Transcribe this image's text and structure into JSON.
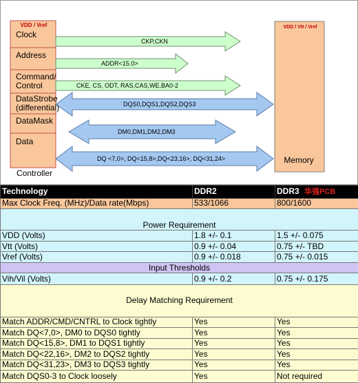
{
  "diagram": {
    "controller_vref": "VDD  /  Vref",
    "controller_title": "Controller",
    "memory_vref": "VDD / Vtt / Vref",
    "memory_title": "Memory",
    "controller_rows": [
      {
        "label": "Clock"
      },
      {
        "label": "Address"
      },
      {
        "label": "Command/\nControl"
      },
      {
        "label": "DataStrobe\n(differential)"
      },
      {
        "label": "DataMask"
      },
      {
        "label": "Data"
      }
    ],
    "signals": [
      {
        "label": "CKP,CKN",
        "direction": "right",
        "color": "#ccffcc"
      },
      {
        "label": "ADDR<15.0>",
        "direction": "right",
        "color": "#ccffcc"
      },
      {
        "label": "CKE, CS, ODT, RAS,CAS,WE,BA0-2",
        "direction": "right",
        "color": "#ccffcc"
      },
      {
        "label": "DQS0,DQS1,DQS2,DQS3",
        "direction": "both",
        "color": "#a4c8f0"
      },
      {
        "label": "DM0,DM1,DM2,DM3",
        "direction": "both",
        "color": "#a4c8f0"
      },
      {
        "label": "DQ <7,0>, DQ<15,8>,DQ<23,16>, DQ<31,24>",
        "direction": "both",
        "color": "#a4c8f0"
      }
    ],
    "colors": {
      "controller_fill": "#f9c79b",
      "controller_border": "#c0504d",
      "memory_fill": "#f9c79b"
    }
  },
  "table": {
    "header": [
      "Technology",
      "DDR2",
      "DDR3"
    ],
    "watermark": "华强PCB",
    "first_row": [
      "Max Clock Freq. (MHz)/Data rate(Mbps)",
      "533/1066",
      "800/1600"
    ],
    "power_title": "Power Requirement",
    "power_rows": [
      [
        "VDD (Volts)",
        "1.8 +/- 0.1",
        "1.5  +/- 0.075"
      ],
      [
        "Vtt (Volts)",
        "0.9 +/- 0.04",
        "0.75 +/- TBD"
      ],
      [
        "Vref (Volts)",
        "0.9  +/-  0.018",
        "0.75 +/- 0.015"
      ]
    ],
    "thresh_title": "Input Thresholds",
    "thresh_rows": [
      [
        "Vih/Vil (Volts)",
        "0.9  +/-  0.2",
        "0.75 +/- 0.175"
      ]
    ],
    "delay_title": "Delay Matching Requirement",
    "delay_rows": [
      [
        "Match ADDR/CMD/CNTRL to Clock tightly",
        "Yes",
        "Yes"
      ],
      [
        "Match DQ<7,0>, DM0 to DQS0 tightly",
        "Yes",
        "Yes"
      ],
      [
        "Match DQ<15,8>, DM1 to DQS1 tightly",
        "Yes",
        "Yes"
      ],
      [
        "Match DQ<22,16>, DM2 to DQS2 tightly",
        "Yes",
        "Yes"
      ],
      [
        "Match DQ<31,23>, DM3 to DQS3 tightly",
        "Yes",
        "Yes"
      ],
      [
        "Match DQS0-3  to Clock loosely",
        "Yes",
        "Not required"
      ]
    ]
  }
}
